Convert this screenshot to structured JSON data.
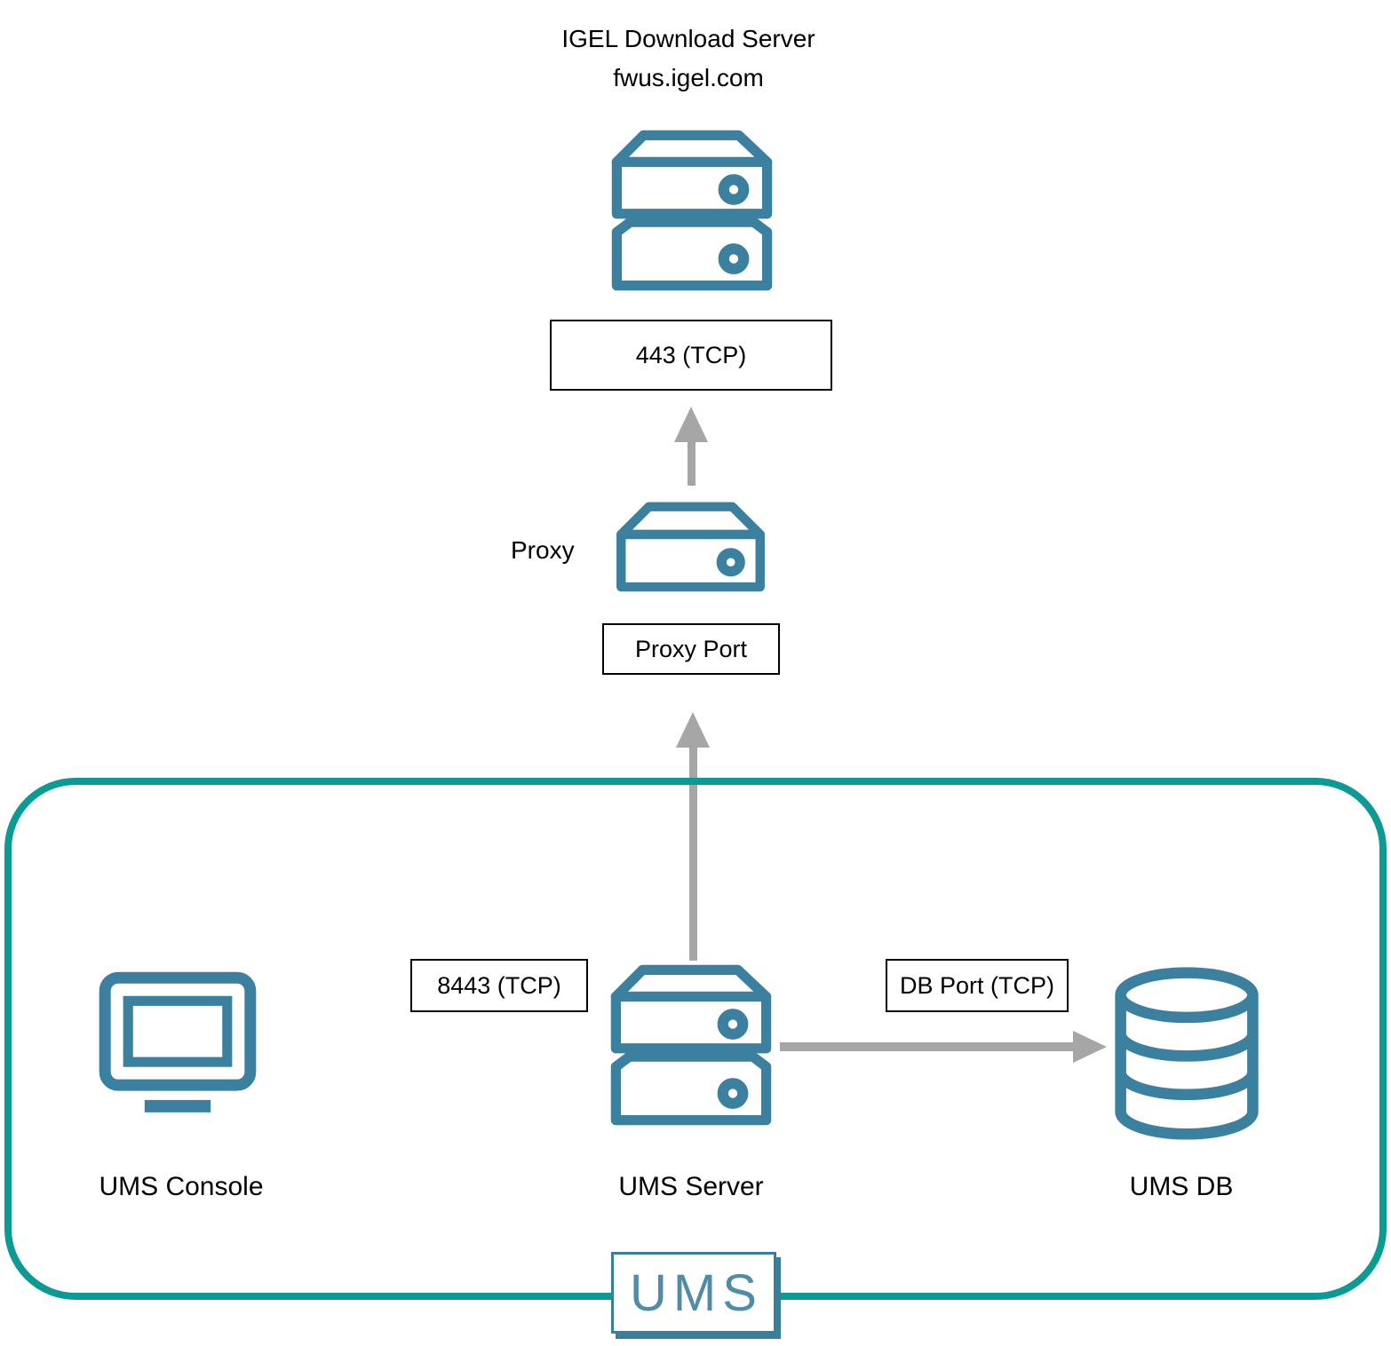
{
  "diagram": {
    "external": {
      "download_server": {
        "title": "IGEL Download Server",
        "hostname": "fwus.igel.com",
        "port_label": "443 (TCP)"
      },
      "proxy": {
        "label": "Proxy",
        "port_label": "Proxy Port"
      }
    },
    "ums_group": {
      "console_label": "UMS Console",
      "server_label": "UMS Server",
      "db_label": "UMS DB",
      "server_port_label": "8443 (TCP)",
      "db_port_label": "DB Port (TCP)",
      "logo_text": "UMS"
    },
    "edges": [
      {
        "from": "UMS Server",
        "to": "Proxy",
        "label": "Proxy Port",
        "direction": "up"
      },
      {
        "from": "Proxy",
        "to": "IGEL Download Server",
        "label": "443 (TCP)",
        "direction": "up"
      },
      {
        "from": "UMS Server",
        "to": "UMS DB",
        "label": "DB Port (TCP)",
        "direction": "right"
      }
    ]
  },
  "colors": {
    "icon_teal": "#3c80a0",
    "group_teal": "#0b9a94",
    "arrow_gray": "#a6a6a6",
    "logo_blue": "#4f8ca6",
    "logo_border": "#3a7f99"
  }
}
